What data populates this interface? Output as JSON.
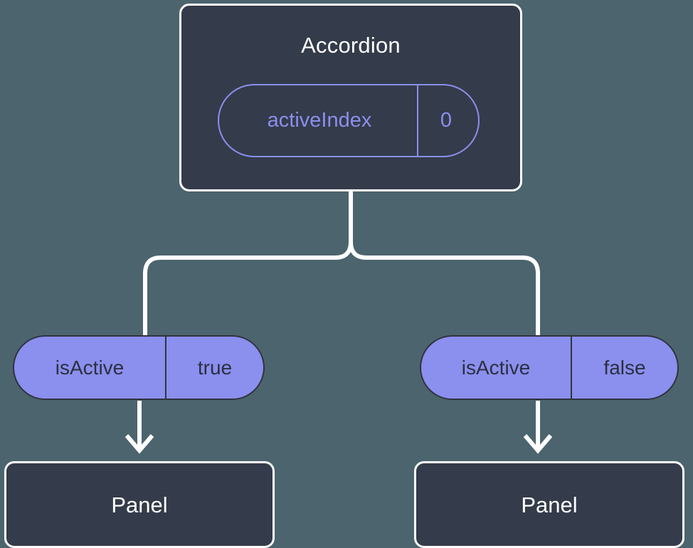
{
  "diagram": {
    "type": "component-state-tree",
    "background_color": "#4c646e",
    "node_fill_color": "#343b4a",
    "node_border_color": "#ffffff",
    "accent_purple": "#8b8fee",
    "connector_color": "#ffffff"
  },
  "root": {
    "title": "Accordion",
    "state": {
      "key": "activeIndex",
      "value": "0"
    }
  },
  "branches": [
    {
      "prop": {
        "key": "isActive",
        "value": "true"
      },
      "child": {
        "title": "Panel"
      }
    },
    {
      "prop": {
        "key": "isActive",
        "value": "false"
      },
      "child": {
        "title": "Panel"
      }
    }
  ]
}
